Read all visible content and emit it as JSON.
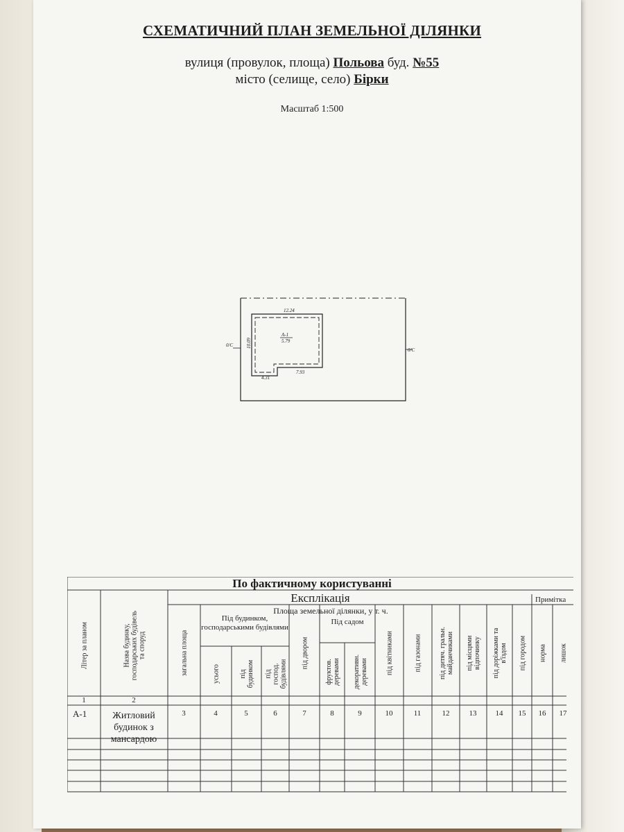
{
  "header": {
    "title": "СХЕМАТИЧНИЙ ПЛАН ЗЕМЕЛЬНОЇ ДІЛЯНКИ",
    "street_prefix": "вулиця (провулок, площа)",
    "street": "Польова",
    "building_prefix": "буд.",
    "building": "№55",
    "city_prefix": "місто (селище, село)",
    "city": "Бірки",
    "scale": "Масштаб 1:500"
  },
  "plan": {
    "top_dim": "12.24",
    "left_dim": "10.09",
    "bottom_left_dim": "4.31",
    "bottom_right_dim": "7.93",
    "building_label": "А-1",
    "building_value": "5.79",
    "boundary_left": "0/С",
    "boundary_right": "0/С"
  },
  "table": {
    "subtitle": "По фактичному користуванні",
    "explication": "Експлікація",
    "note": "Примітка",
    "area_header": "Площа земельної ділянки, у т. ч.",
    "under_building_group": "Під будинком, господарськими будівлями",
    "garden_group": "Під садом",
    "columns": [
      "Літер за планом",
      "Назва будинку, господарських будівель та споруд",
      "загальна площа",
      "усього",
      "під будинком",
      "під господ. будівлями",
      "під двором",
      "фруктов. деревами",
      "декоративн. деревами",
      "під квітниками",
      "під газонами",
      "під дитяч. гральн. майданчиками",
      "під місцями відпочинку",
      "під доріжками та в'їздом",
      "під городом",
      "норма",
      "лишок"
    ],
    "numbers": [
      "1",
      "2",
      "3",
      "4",
      "5",
      "6",
      "7",
      "8",
      "9",
      "10",
      "11",
      "12",
      "13",
      "14",
      "15",
      "16",
      "17"
    ],
    "row1": {
      "litera": "А-1",
      "name_lines": [
        "Житловий",
        "будинок з",
        "мансардою"
      ]
    }
  }
}
